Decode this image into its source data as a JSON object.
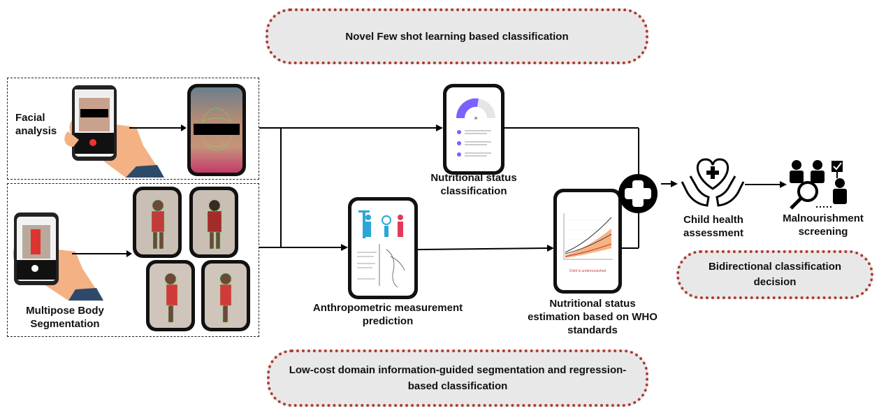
{
  "banners": {
    "top": "Novel Few shot learning based classification",
    "bottom": "Low-cost domain information-guided segmentation and regression-based classification",
    "right": "Bidirectional classification decision"
  },
  "labels": {
    "facial": "Facial analysis",
    "multipose": "Multipose Body Segmentation",
    "nutritional_classification": "Nutritional status classification",
    "anthropometric": "Anthropometric measurement prediction",
    "who_estimation": "Nutritional status estimation based on WHO standards",
    "child_health": "Child health assessment",
    "malnourishment": "Malnourishment screening",
    "chart_result": "Child is undernourished"
  },
  "colors": {
    "border_dots": "#b03a2e",
    "banner_fill": "#e8e8e8",
    "gauge_purple": "#7b61ff",
    "chart_orange": "#f39a5b",
    "hand_skin": "#f4b183",
    "sleeve": "#2e4a6b"
  },
  "icons": [
    "plus-circle-icon",
    "heart-hands-icon",
    "screening-people-icon",
    "magnifier-icon"
  ]
}
